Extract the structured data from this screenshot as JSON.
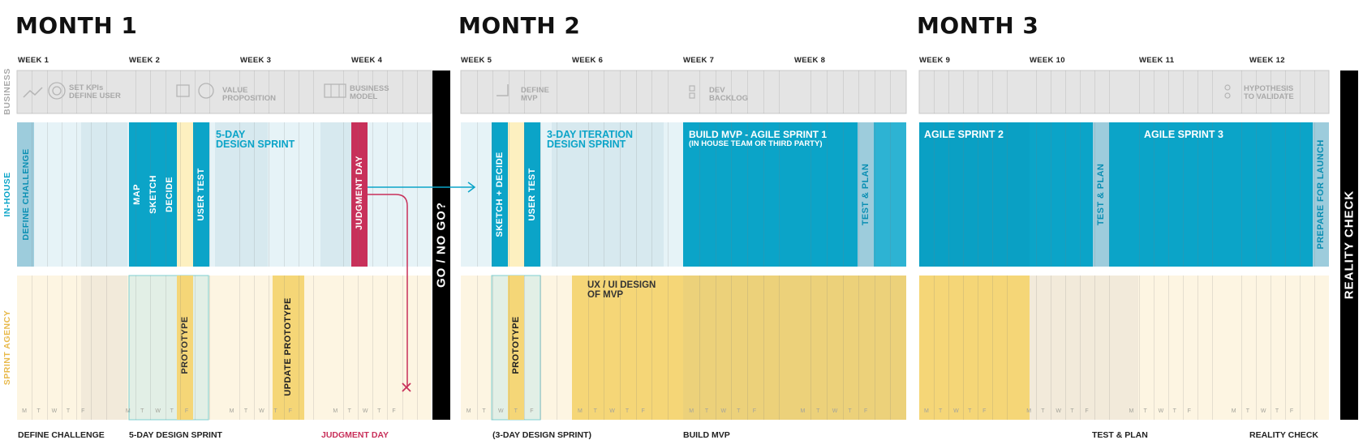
{
  "months": [
    "MONTH 1",
    "MONTH 2",
    "MONTH 3"
  ],
  "weeks": [
    "WEEK 1",
    "WEEK 2",
    "WEEK 3",
    "WEEK 4",
    "WEEK 5",
    "WEEK 6",
    "WEEK 7",
    "WEEK 8",
    "WEEK 9",
    "WEEK 10",
    "WEEK 11",
    "WEEK 12"
  ],
  "rows": {
    "business": "BUSINESS",
    "inhouse": "IN-HOUSE",
    "agency": "SPRINT AGENCY"
  },
  "business_items": {
    "kpi_line1": "SET KPIs",
    "kpi_line2": "DEFINE USER",
    "value_line1": "VALUE",
    "value_line2": "PROPOSITION",
    "model_line1": "BUSINESS",
    "model_line2": "MODEL",
    "mvp_line1": "DEFINE",
    "mvp_line2": "MVP",
    "backlog_line1": "DEV",
    "backlog_line2": "BACKLOG",
    "hyp_line1": "HYPOTHESIS",
    "hyp_line2": "TO VALIDATE"
  },
  "inhouse": {
    "define_challenge": "DEFINE CHALLENGE",
    "map": "MAP",
    "sketch": "SKETCH",
    "decide": "DECIDE",
    "user_test": "USER TEST",
    "sprint5_line1": "5-DAY",
    "sprint5_line2": "DESIGN SPRINT",
    "judgment_day": "JUDGMENT DAY",
    "sketch_decide": "SKETCH + DECIDE",
    "user_test_2": "USER TEST",
    "iter_line1": "3-DAY ITERATION",
    "iter_line2": "DESIGN SPRINT",
    "build_mvp_line1": "BUILD MVP - AGILE SPRINT 1",
    "build_mvp_line2": "(IN HOUSE TEAM OR THIRD PARTY)",
    "test_plan_1": "TEST & PLAN",
    "agile2": "AGILE SPRINT 2",
    "test_plan_2": "TEST & PLAN",
    "agile3": "AGILE SPRINT 3",
    "prepare_launch": "PREPARE FOR LAUNCH"
  },
  "agency": {
    "prototype_1": "PROTOTYPE",
    "update_prototype": "UPDATE PROTOTYPE",
    "prototype_2": "PROTOTYPE",
    "uxui_line1": "UX / UI DESIGN",
    "uxui_line2": "OF MVP"
  },
  "gates": {
    "go_no_go": "GO / NO GO?",
    "reality_check": "REALITY CHECK"
  },
  "days": [
    "M",
    "T",
    "W",
    "T",
    "F"
  ],
  "bottom_labels": {
    "define_challenge": "DEFINE CHALLENGE",
    "design_sprint": "5-DAY DESIGN SPRINT",
    "judgment_day": "JUDGMENT DAY",
    "iteration_sprint": "(3-DAY DESIGN SPRINT)",
    "build_mvp": "BUILD MVP",
    "test_plan": "TEST & PLAN",
    "reality_check": "REALITY CHECK"
  },
  "colors": {
    "teal": "#0ba4c8",
    "light_teal": "#e6f3f7",
    "pale_teal": "#9dccdc",
    "crimson": "#c8305a",
    "yellow": "#f5d677",
    "cream": "#fdf5e2",
    "pale_yellow": "#fdf0c0",
    "grey": "#e4e4e4",
    "black": "#000000"
  }
}
